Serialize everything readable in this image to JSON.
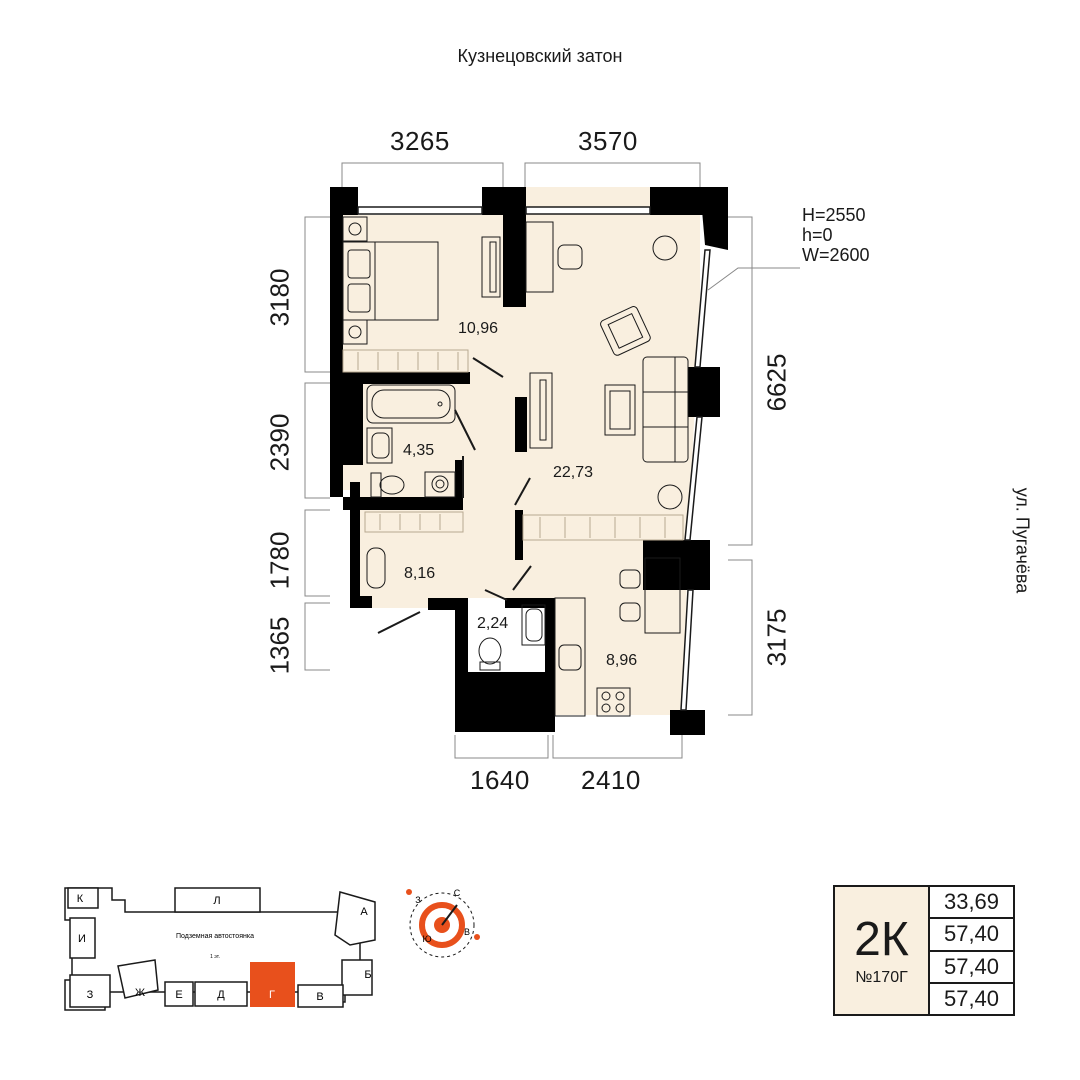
{
  "streets": {
    "top": "Кузнецовский затон",
    "right": "ул. Пугачёва"
  },
  "dimensions": {
    "top": [
      "3265",
      "3570"
    ],
    "bottom": [
      "1640",
      "2410"
    ],
    "left": [
      "3180",
      "2390",
      "1780",
      "1365"
    ],
    "right": [
      "6625",
      "3175"
    ]
  },
  "window_note": [
    "H=2550",
    "h=0",
    "W=2600"
  ],
  "rooms": {
    "bedroom": "10,96",
    "bathroom": "4,35",
    "living": "22,73",
    "hall": "8,16",
    "wc": "2,24",
    "kitchen": "8,96"
  },
  "site_plan": {
    "sections": [
      "К",
      "Л",
      "И",
      "А",
      "Б",
      "З",
      "Ж",
      "Е",
      "Д",
      "Г",
      "В"
    ],
    "parking_label": "Подземная автостоянка",
    "parking_sub": "1 эт.",
    "highlight_color": "#e8501c"
  },
  "compass": {
    "north": "С",
    "east": "В",
    "south": "Ю",
    "west": "З"
  },
  "apartment": {
    "type": "2К",
    "number": "№170Г",
    "areas": [
      "33,69",
      "57,40",
      "57,40",
      "57,40"
    ]
  },
  "colors": {
    "floor": "#f9efdf",
    "wall": "#000000",
    "accent": "#e8501c"
  }
}
